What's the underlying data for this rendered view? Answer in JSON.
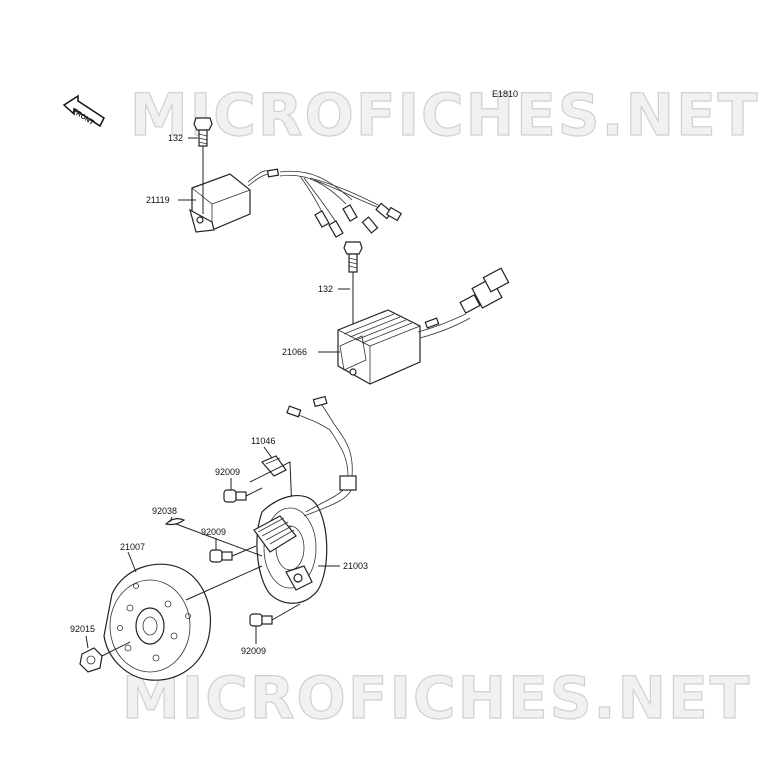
{
  "diagram_code": "E1810",
  "watermark": "MICROFICHES.NET",
  "front_label": "FRONT",
  "labels": {
    "bolt_top": "132",
    "cdi_unit": "21119",
    "bolt_mid": "132",
    "regulator": "21066",
    "grommet": "11046",
    "screw_upper": "92009",
    "key": "92038",
    "screw_middle": "92009",
    "flywheel": "21007",
    "stator": "21003",
    "nut": "92015",
    "screw_lower": "92009"
  }
}
